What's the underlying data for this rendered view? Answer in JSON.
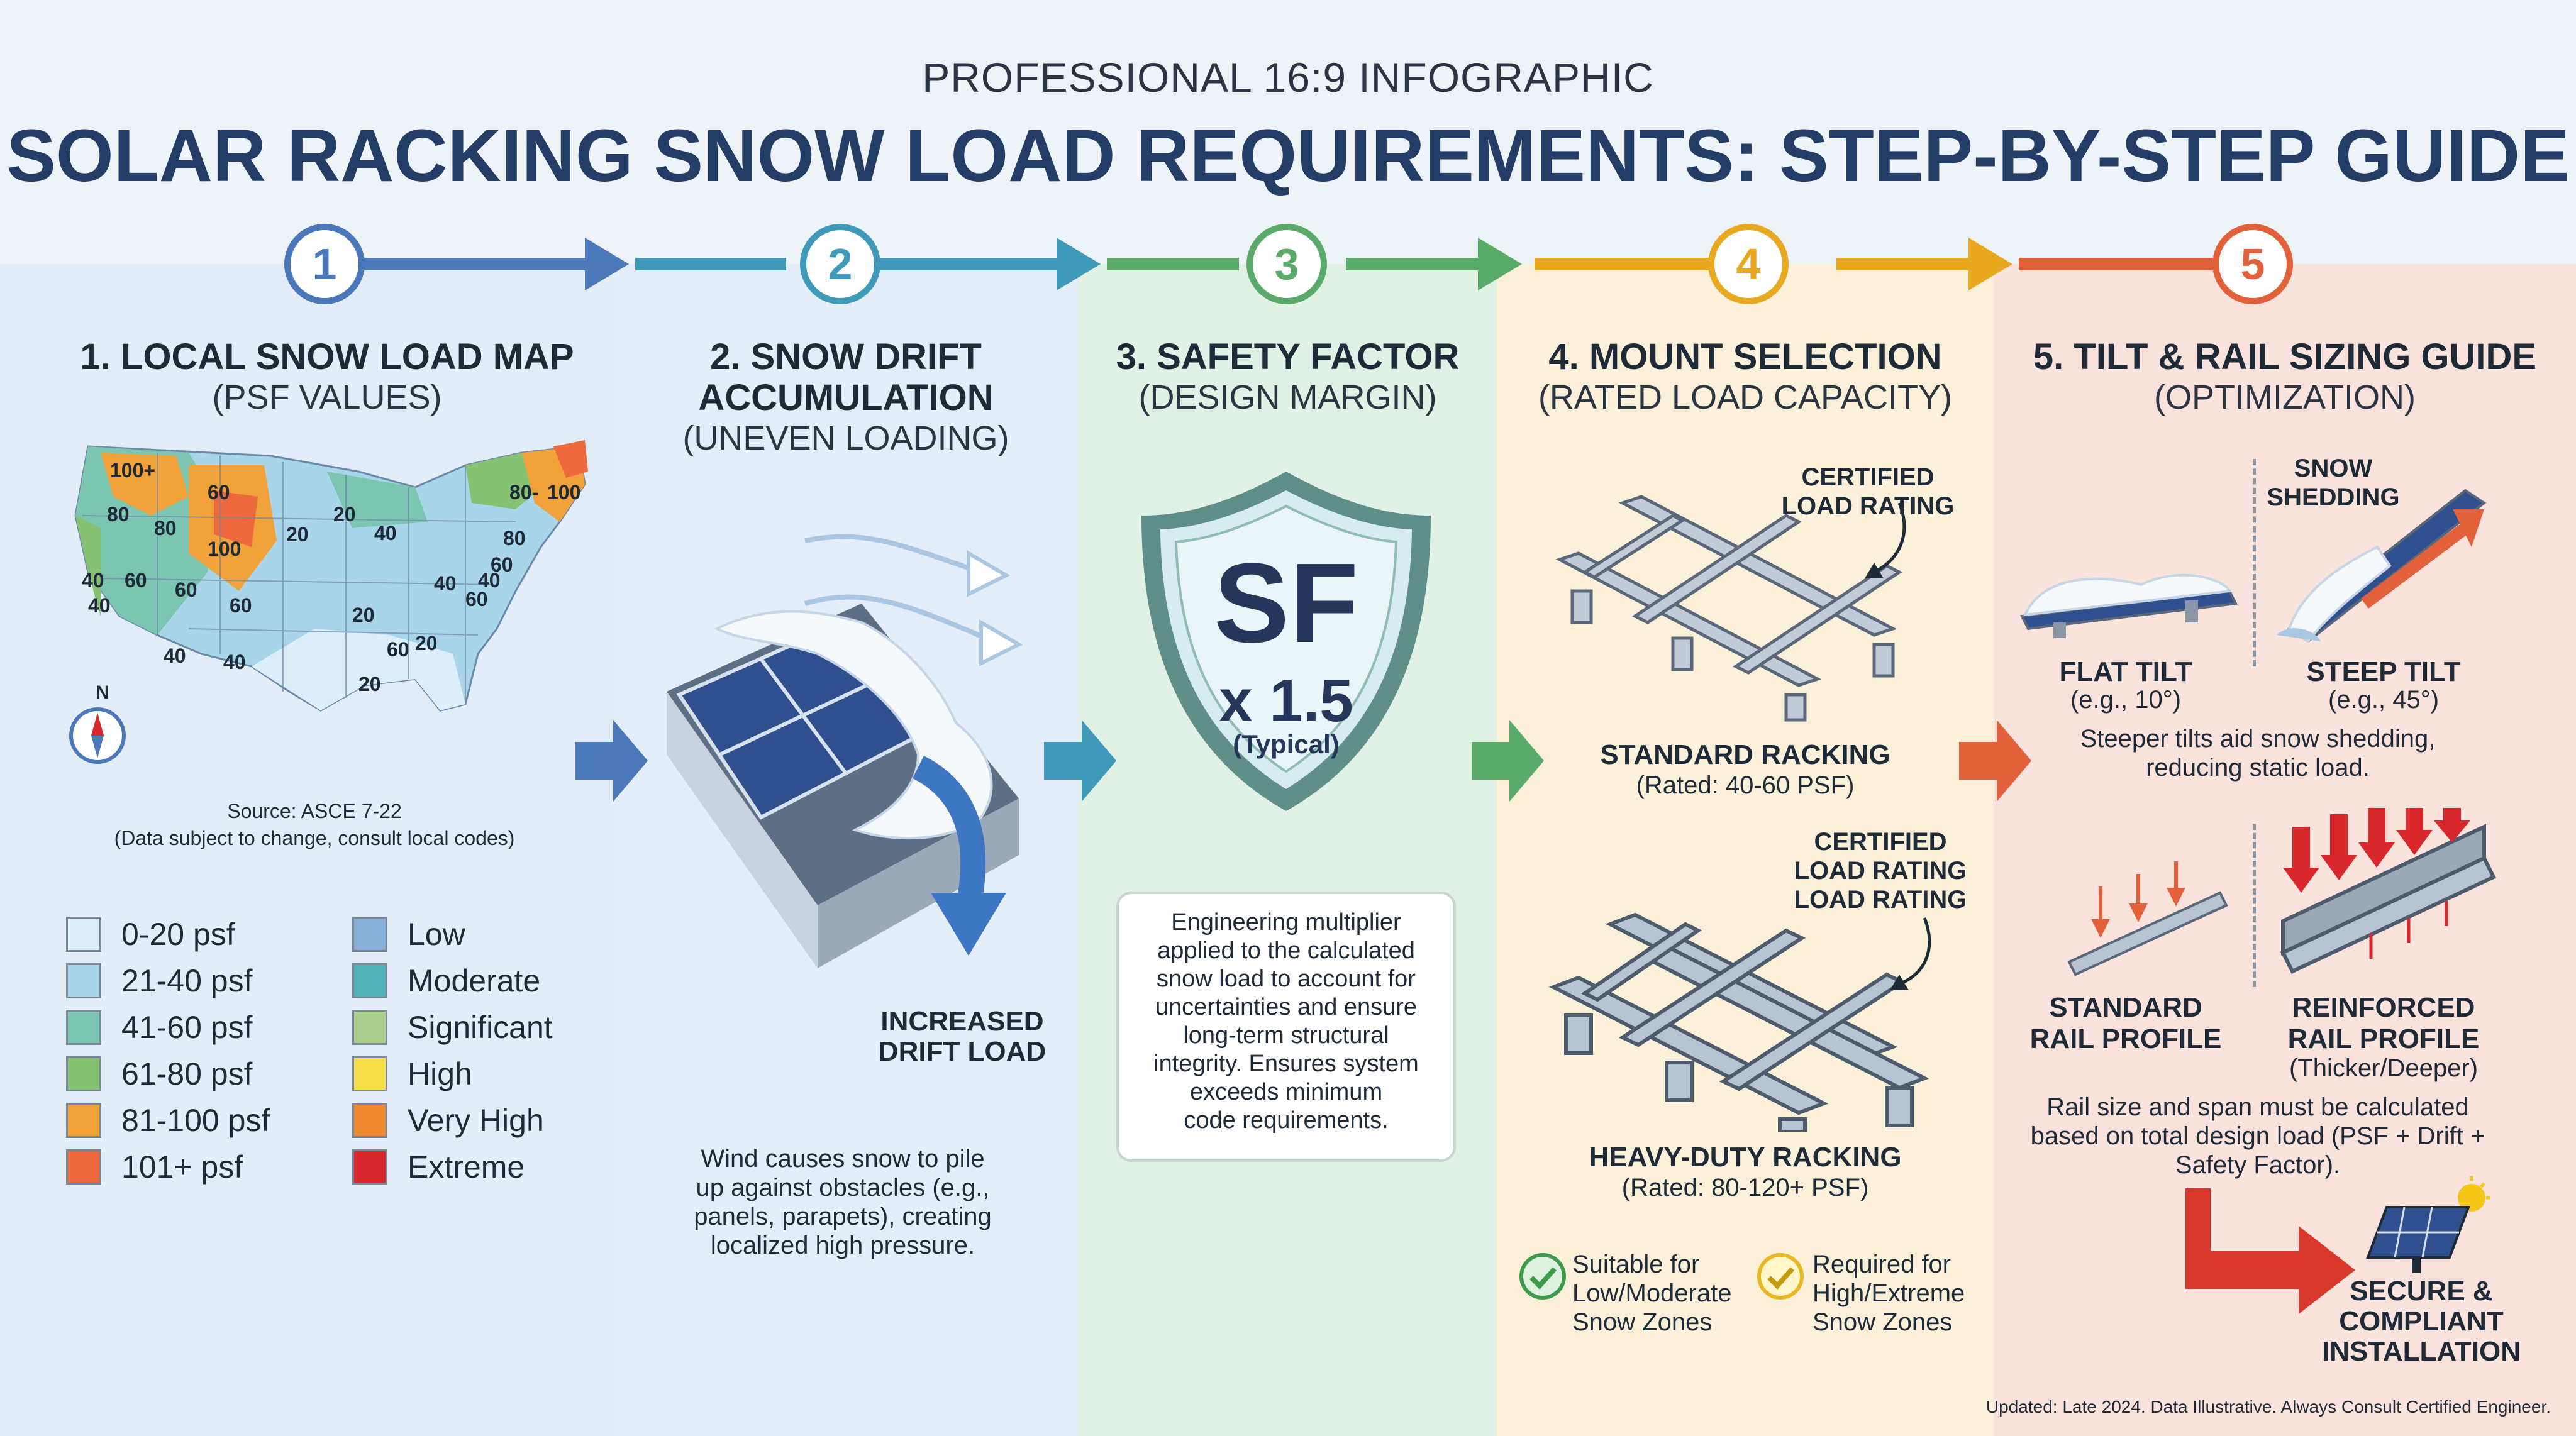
{
  "header": {
    "kicker": "PROFESSIONAL 16:9 INFOGRAPHIC",
    "title": "SOLAR RACKING SNOW LOAD REQUIREMENTS: STEP-BY-STEP GUIDE"
  },
  "steps": [
    {
      "number": "1",
      "color": "#4a78b8"
    },
    {
      "number": "2",
      "color": "#3e9ab8"
    },
    {
      "number": "3",
      "color": "#5aab6a"
    },
    {
      "number": "4",
      "color": "#e8a820"
    },
    {
      "number": "5",
      "color": "#e2603a"
    }
  ],
  "col1": {
    "title": "1. LOCAL SNOW LOAD MAP",
    "subtitle": "(PSF VALUES)",
    "map_labels": [
      "100+",
      "60",
      "80",
      "80",
      "100",
      "20",
      "20",
      "40",
      "60",
      "40",
      "60",
      "60",
      "20",
      "40",
      "80",
      "60",
      "80-",
      "100",
      "20",
      "40",
      "40",
      "60",
      "40",
      "20",
      "60",
      "40"
    ],
    "compass": "N",
    "source": "Source: ASCE 7-22",
    "disclaimer": "(Data subject to change, consult local codes)",
    "legend_ranges": [
      {
        "label": "0-20 psf",
        "color": "#dbeefa"
      },
      {
        "label": "21-40 psf",
        "color": "#a9d5ea"
      },
      {
        "label": "41-60 psf",
        "color": "#7cc5b0"
      },
      {
        "label": "61-80 psf",
        "color": "#86c272"
      },
      {
        "label": "81-100 psf",
        "color": "#f2a23a"
      },
      {
        "label": "101+ psf",
        "color": "#ec6a3e"
      }
    ],
    "legend_levels": [
      {
        "label": "Low",
        "color": "#8ab0dc"
      },
      {
        "label": "Moderate",
        "color": "#4fb3b8"
      },
      {
        "label": "Significant",
        "color": "#a8d08a"
      },
      {
        "label": "High",
        "color": "#f5e04a"
      },
      {
        "label": "Very High",
        "color": "#f08a32"
      },
      {
        "label": "Extreme",
        "color": "#d8282c"
      }
    ]
  },
  "col2": {
    "title_line1": "2. SNOW DRIFT",
    "title_line2": "ACCUMULATION",
    "subtitle": "(UNEVEN LOADING)",
    "drift_label_1": "INCREASED",
    "drift_label_2": "DRIFT LOAD",
    "body": [
      "Wind causes snow to pile",
      "up against obstacles (e.g.,",
      "panels, parapets), creating",
      "localized high pressure."
    ]
  },
  "col3": {
    "title": "3. SAFETY FACTOR",
    "subtitle": "(DESIGN MARGIN)",
    "shield_main": "SF",
    "shield_multiplier": "x 1.5",
    "shield_note": "(Typical)",
    "body": [
      "Engineering multiplier",
      "applied to the calculated",
      "snow load to account for",
      "uncertainties and ensure",
      "long-term structural",
      "integrity. Ensures system",
      "exceeds minimum",
      "code requirements."
    ]
  },
  "col4": {
    "title": "4. MOUNT SELECTION",
    "subtitle": "(RATED LOAD CAPACITY)",
    "cert1": [
      "CERTIFIED",
      "LOAD RATING"
    ],
    "standard_name": "STANDARD RACKING",
    "standard_rating": "(Rated: 40-60 PSF)",
    "cert2": [
      "CERTIFIED",
      "LOAD RATING",
      "LOAD RATING"
    ],
    "heavy_name": "HEAVY-DUTY RACKING",
    "heavy_rating": "(Rated: 80-120+ PSF)",
    "check1": [
      "Suitable for",
      "Low/Moderate",
      "Snow Zones"
    ],
    "check2": [
      "Required for",
      "High/Extreme",
      "Snow Zones"
    ]
  },
  "col5": {
    "title": "5. TILT & RAIL SIZING GUIDE",
    "subtitle": "(OPTIMIZATION)",
    "shedding": [
      "SNOW",
      "SHEDDING"
    ],
    "flat_label": "FLAT TILT",
    "flat_example": "(e.g., 10°)",
    "steep_label": "STEEP TILT",
    "steep_example": "(e.g., 45°)",
    "tilt_note": [
      "Steeper tilts aid snow shedding,",
      "reducing static load."
    ],
    "std_rail": [
      "STANDARD",
      "RAIL PROFILE"
    ],
    "reinf_rail": [
      "REINFORCED",
      "RAIL PROFILE"
    ],
    "reinf_note": "(Thicker/Deeper)",
    "rail_note": [
      "Rail size and span must be calculated",
      "based on total design load (PSF + Drift +",
      "Safety Factor)."
    ],
    "final": [
      "SECURE &",
      "COMPLIANT",
      "INSTALLATION"
    ]
  },
  "footer": "Updated: Late 2024. Data Illustrative. Always Consult Certified Engineer."
}
